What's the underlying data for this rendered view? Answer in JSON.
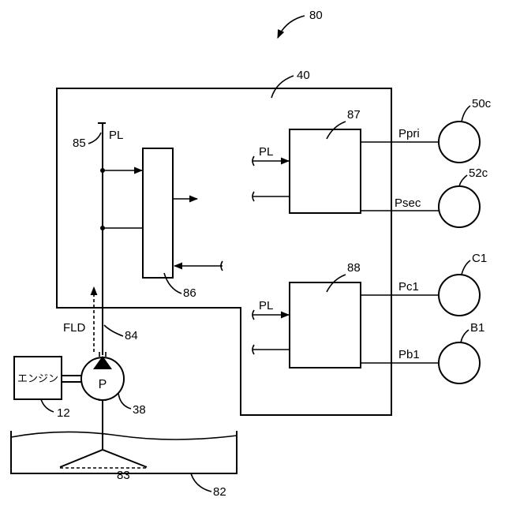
{
  "labels": {
    "system": "80",
    "controller": "40",
    "line_pressure": "PL",
    "oil_passage_85": "85",
    "valve_86": "86",
    "valve_87": "87",
    "valve_88": "88",
    "pl_in_87": "PL",
    "pl_in_88": "PL",
    "p_pri": "Ppri",
    "p_sec": "Psec",
    "p_c1": "Pc1",
    "p_b1": "Pb1",
    "cyl_50c": "50c",
    "cyl_52c": "52c",
    "clutch_c1": "C1",
    "brake_b1": "B1",
    "fld": "FLD",
    "oil_passage_84": "84",
    "engine": "エンジン",
    "engine_ref": "12",
    "pump": "P",
    "pump_ref": "38",
    "strainer_ref": "83",
    "oil_pan_ref": "82"
  }
}
